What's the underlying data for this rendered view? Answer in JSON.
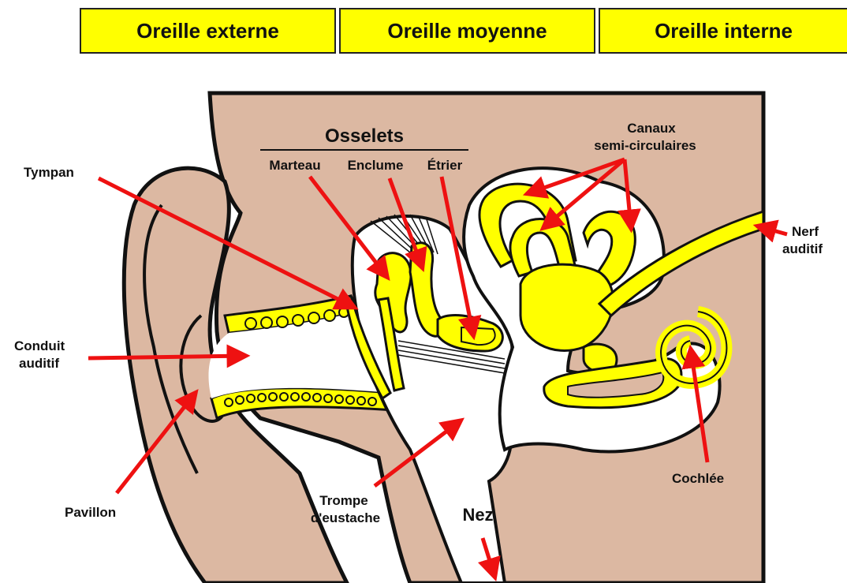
{
  "headers": {
    "external": "Oreille externe",
    "middle": "Oreille moyenne",
    "inner": "Oreille interne"
  },
  "labels": {
    "ossicles": "Osselets",
    "hammer": "Marteau",
    "anvil": "Enclume",
    "stirrup": "Étrier",
    "canals_line1": "Canaux",
    "canals_line2": "semi-circulaires",
    "eardrum": "Tympan",
    "nerve_line1": "Nerf",
    "nerve_line2": "auditif",
    "canal_line1": "Conduit",
    "canal_line2": "auditif",
    "cochlea": "Cochlée",
    "pinna": "Pavillon",
    "eustachian_line1": "Trompe",
    "eustachian_line2": "d'eustache",
    "nose": "Nez"
  },
  "colors": {
    "tissue": "#dcb8a2",
    "bone_yellow": "#ffff00",
    "arrow_red": "#ee1111",
    "outline": "#111111"
  }
}
